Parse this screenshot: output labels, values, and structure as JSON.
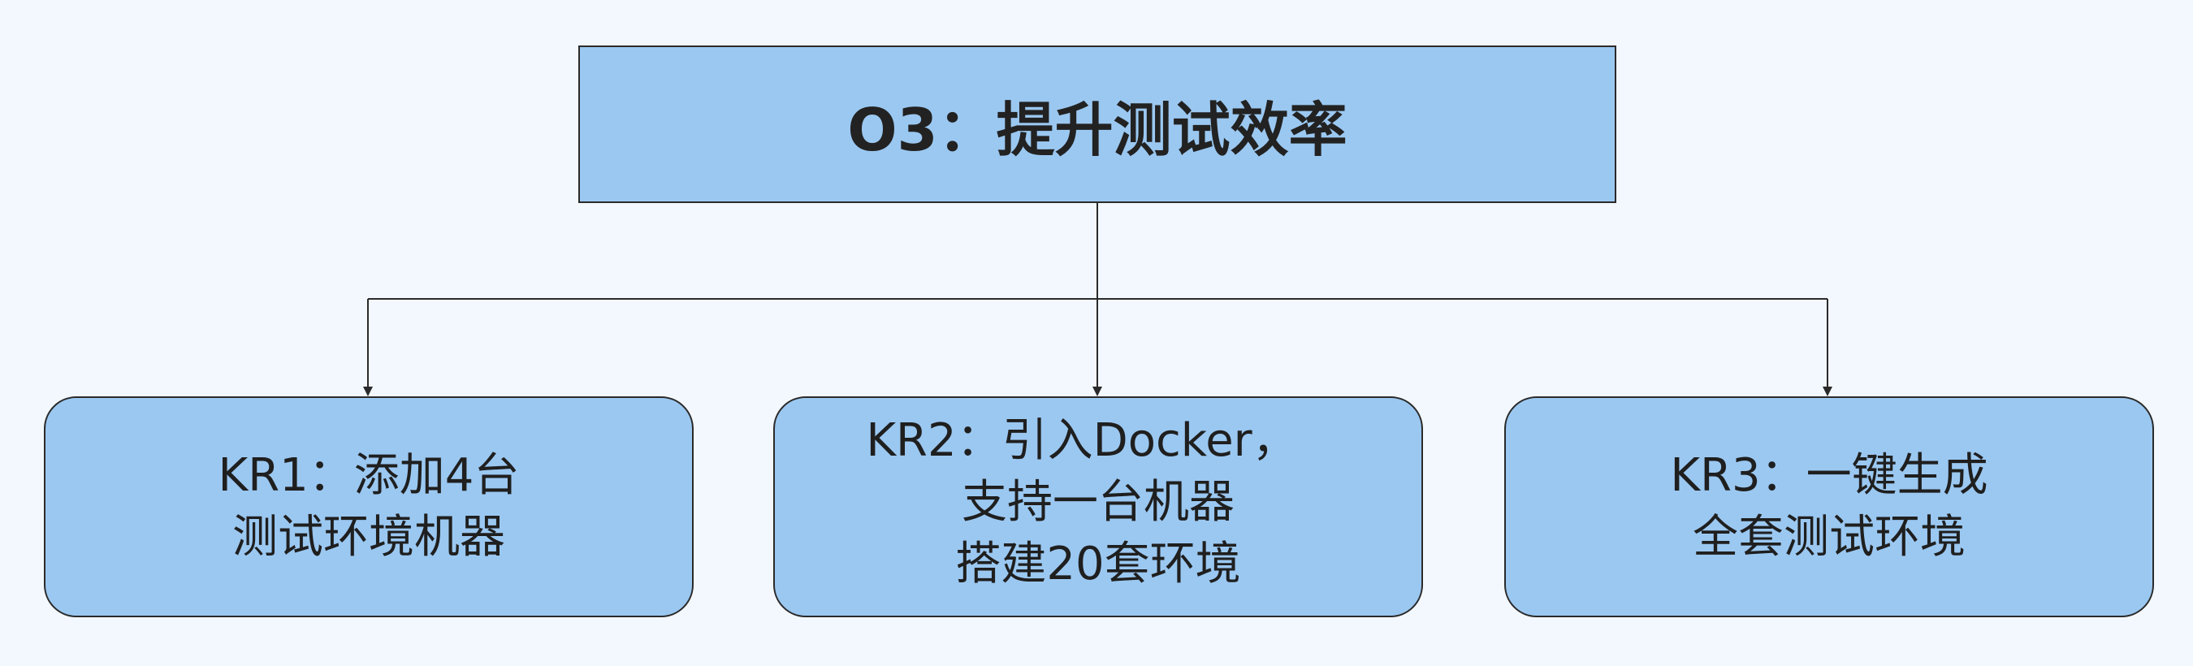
{
  "objective": {
    "label": "O3：提升测试效率"
  },
  "key_results": [
    {
      "lines": [
        "KR1：添加4台",
        "测试环境机器"
      ]
    },
    {
      "lines": [
        "KR2：引入Docker，",
        "支持一台机器",
        "搭建20套环境"
      ]
    },
    {
      "lines": [
        "KR3：一键生成",
        "全套测试环境"
      ]
    }
  ],
  "colors": {
    "background": "#f3f8fe",
    "node_fill": "#9bc8f1",
    "stroke": "#2a2a2a"
  }
}
